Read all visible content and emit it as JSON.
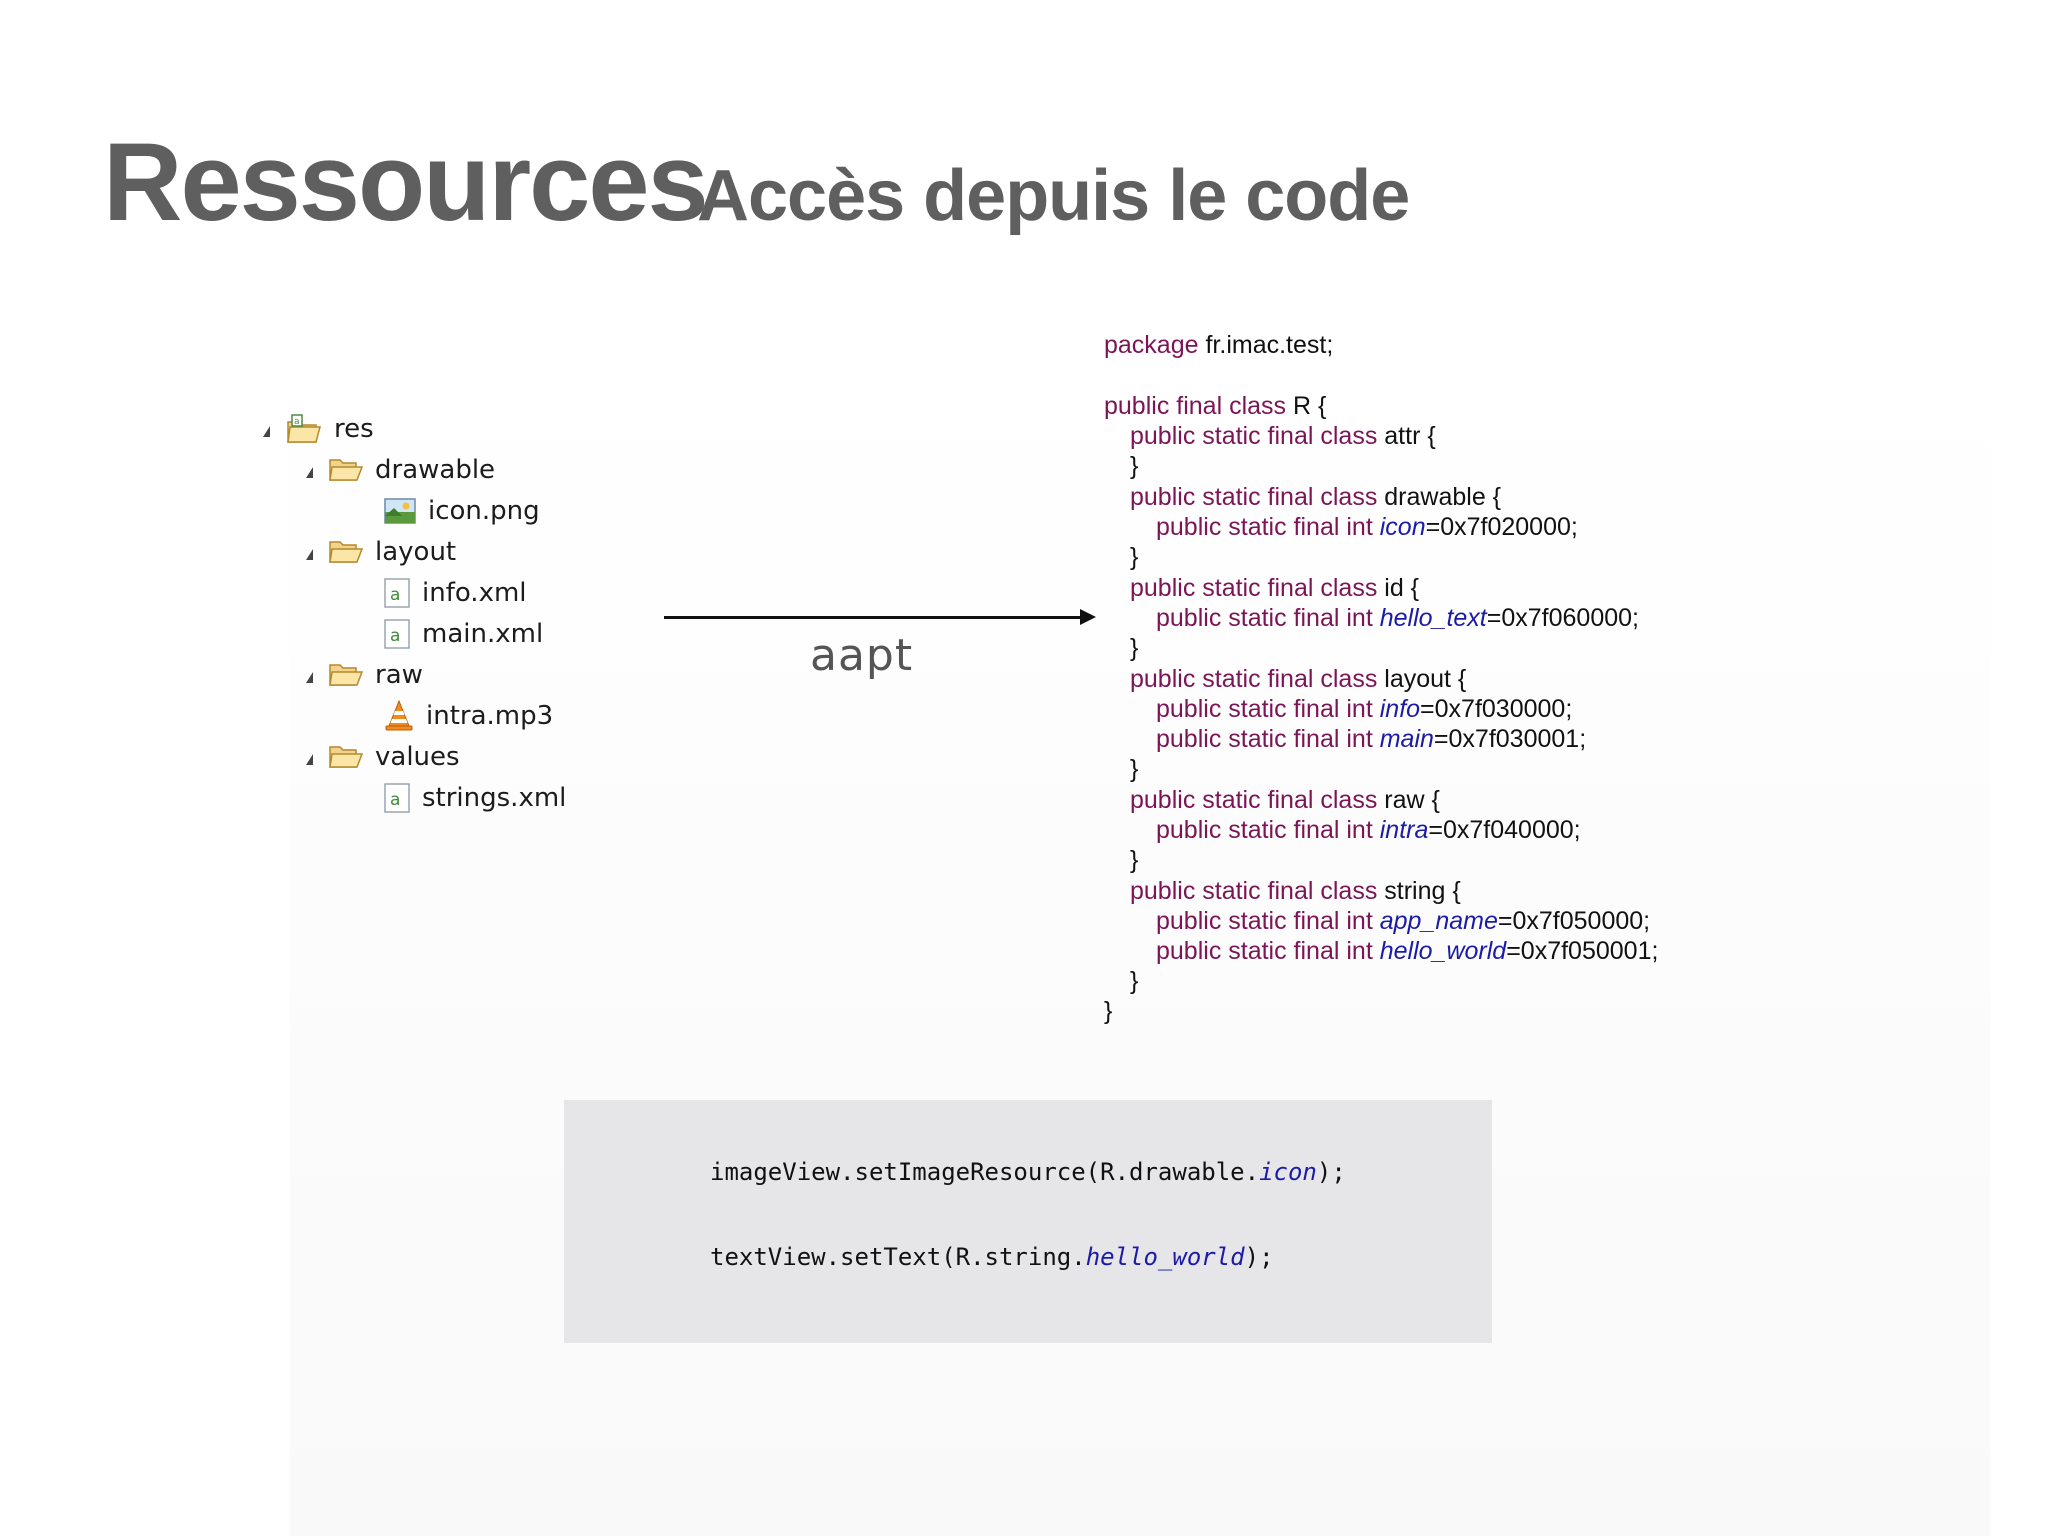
{
  "slide": {
    "title": "Ressources",
    "subtitle": "Accès depuis le code"
  },
  "tree": {
    "root": "res",
    "drawable": "drawable",
    "icon_png": "icon.png",
    "layout": "layout",
    "info_xml": "info.xml",
    "main_xml": "main.xml",
    "raw": "raw",
    "intra_mp3": "intra.mp3",
    "values": "values",
    "strings_xml": "strings.xml"
  },
  "arrow": {
    "label": "aapt"
  },
  "code": {
    "kw_package": "package",
    "package_name": " fr.imac.test;",
    "kw_class": "public final class",
    "class_name": " R {",
    "kw_static_class": "public static final class",
    "kw_static_int": "public static final int",
    "attr": " attr {",
    "drawable": " drawable {",
    "id": " id {",
    "layout": " layout {",
    "raw": " raw {",
    "string": " string {",
    "close": "}",
    "icon": "icon",
    "icon_val": "=0x7f020000;",
    "hello_text": "hello_text",
    "hello_text_val": "=0x7f060000;",
    "info": "info",
    "info_val": "=0x7f030000;",
    "main": "main",
    "main_val": "=0x7f030001;",
    "intra": "intra",
    "intra_val": "=0x7f040000;",
    "app_name": "app_name",
    "app_name_val": "=0x7f050000;",
    "hello_world": "hello_world",
    "hello_world_val": "=0x7f050001;"
  },
  "usage": {
    "line1_prefix": "imageView.setImageResource(R.drawable.",
    "line1_field": "icon",
    "line1_suffix": ");",
    "line2_prefix": "textView.setText(R.string.",
    "line2_field": "hello_world",
    "line2_suffix": ");"
  },
  "colors": {
    "title": "#5f5f5f",
    "keyword": "#7b1556",
    "field": "#1b1ba8",
    "usage_bg": "#e6e5e8"
  }
}
